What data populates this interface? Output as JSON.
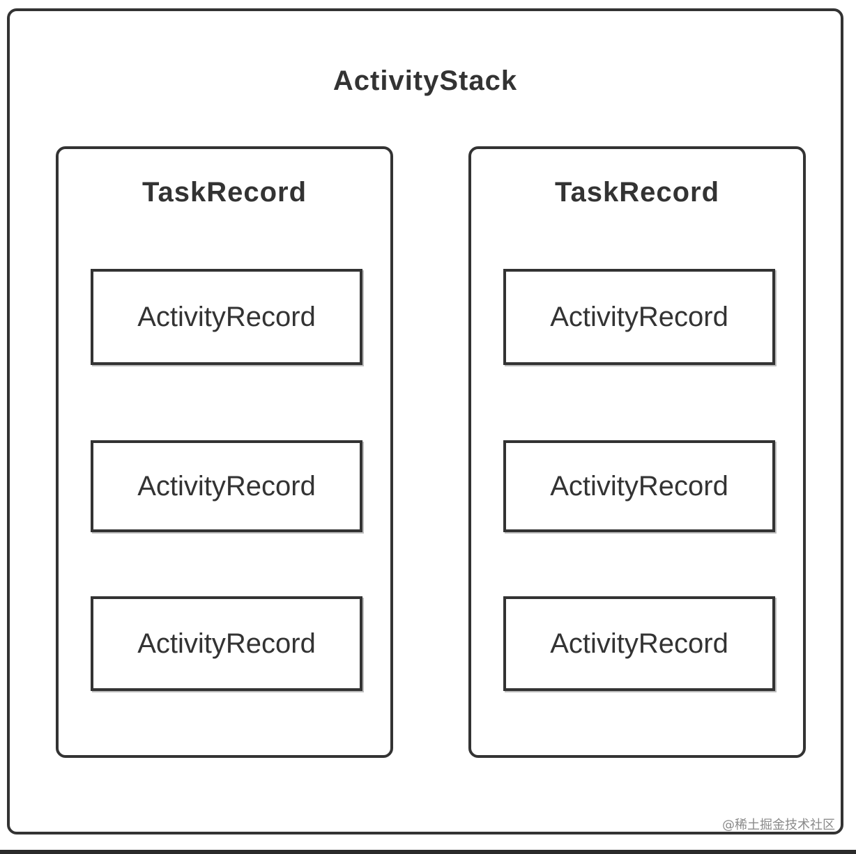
{
  "diagram": {
    "stack": {
      "title": "ActivityStack"
    },
    "tasks": [
      {
        "title": "TaskRecord",
        "records": [
          "ActivityRecord",
          "ActivityRecord",
          "ActivityRecord"
        ]
      },
      {
        "title": "TaskRecord",
        "records": [
          "ActivityRecord",
          "ActivityRecord",
          "ActivityRecord"
        ]
      }
    ]
  },
  "watermark": "@稀土掘金技术社区"
}
